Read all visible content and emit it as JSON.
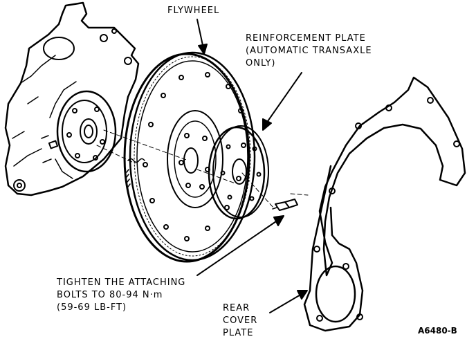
{
  "labels": {
    "flywheel": "FLYWHEEL",
    "reinforcement": [
      "REINFORCEMENT PLATE",
      "(AUTOMATIC TRANSAXLE",
      "ONLY)"
    ],
    "tighten": [
      "TIGHTEN THE ATTACHING",
      "BOLTS TO 80-94 N·m",
      "(59-69 LB-FT)"
    ],
    "rear_cover": [
      "REAR",
      "COVER",
      "PLATE"
    ],
    "figure_ref": "A6480-B"
  },
  "colors": {
    "ink": "#000000",
    "paper": "#ffffff"
  }
}
